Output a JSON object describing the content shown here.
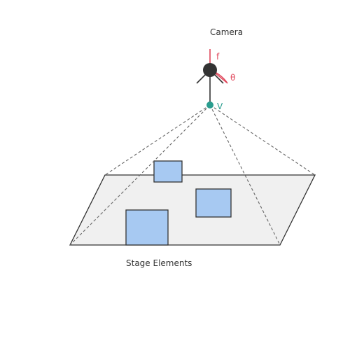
{
  "labels": {
    "camera": "Camera",
    "focal": "f",
    "theta": "θ",
    "viewpoint": "V",
    "stage_elements": "Stage Elements"
  },
  "colors": {
    "dark": "#333333",
    "accent_red": "#e0475b",
    "teal": "#2a9d8f",
    "stage_fill": "#f0f0f0",
    "element_fill": "#a7c9f2",
    "guide_line": "#666666"
  }
}
